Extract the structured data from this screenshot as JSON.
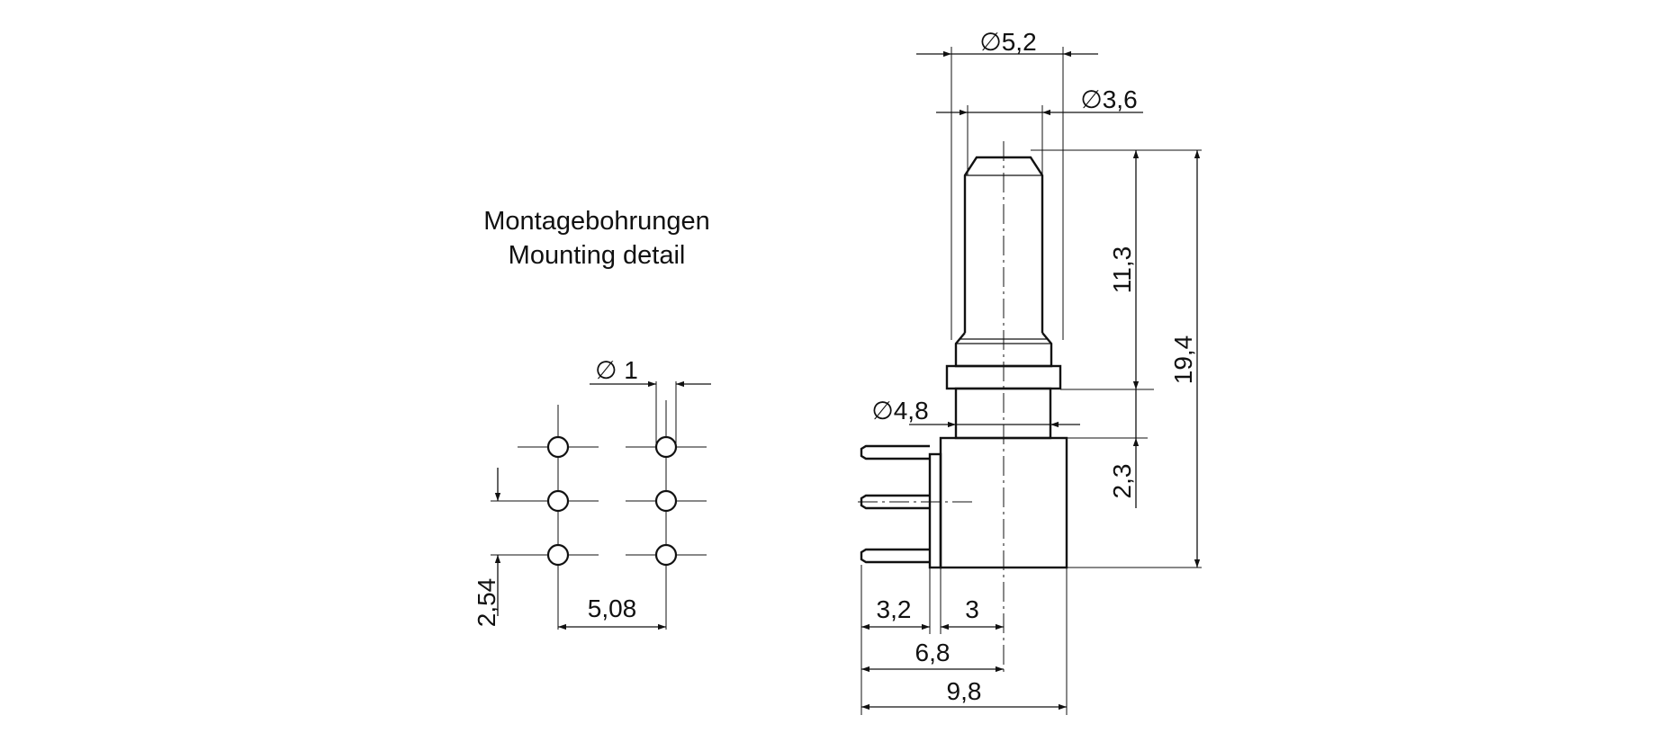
{
  "title_de": "Montagebohrungen",
  "title_en": "Mounting detail",
  "dims": {
    "hole_diameter": "∅ 1",
    "pitch_vertical": "2,54",
    "pitch_horizontal": "5,08",
    "dia_top_outer": "∅5,2",
    "dia_top_inner": "∅3,6",
    "dia_base": "∅4,8",
    "height_upper": "11,3",
    "height_total": "19,4",
    "height_lower": "2,3",
    "width_pins": "3,2",
    "width_body": "3",
    "width_to_axis": "6,8",
    "width_total": "9,8"
  }
}
